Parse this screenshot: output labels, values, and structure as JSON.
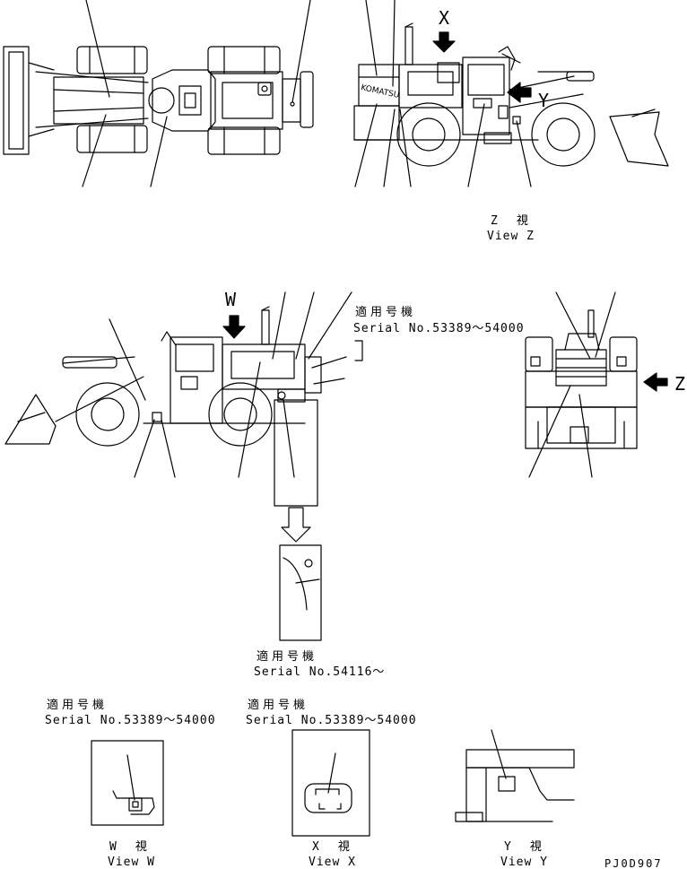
{
  "views": {
    "z": {
      "letter": "Z",
      "label_jp": "Z　視",
      "label_en": "View Z"
    },
    "w": {
      "letter": "W",
      "label_jp": "W　視",
      "label_en": "View W"
    },
    "x": {
      "letter": "X",
      "label_jp": "X　視",
      "label_en": "View X"
    },
    "y": {
      "letter": "Y",
      "label_jp": "Y　視",
      "label_en": "View Y"
    }
  },
  "applicability": {
    "jp": "適用号機",
    "serial_a": "Serial No.53389～54000",
    "serial_b": "Serial No.54116～"
  },
  "drawing_code": "PJ0D907"
}
